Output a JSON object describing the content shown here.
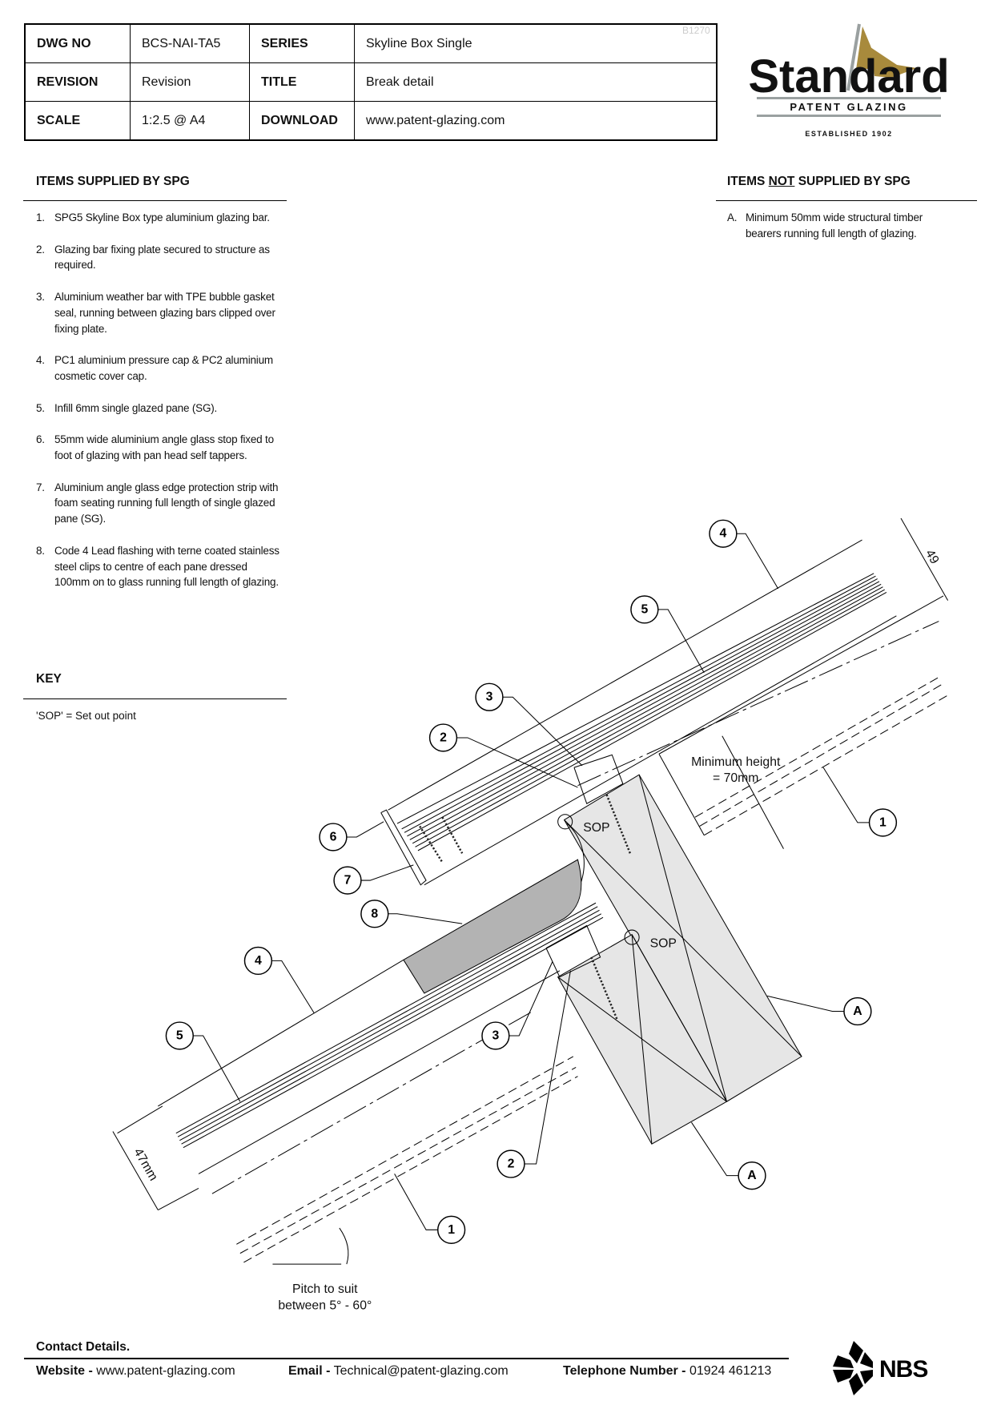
{
  "header": {
    "watermark": "B1270",
    "rows": [
      {
        "k1": "DWG NO",
        "v1": "BCS-NAI-TA5",
        "k2": "SERIES",
        "v2": "Skyline Box Single"
      },
      {
        "k1": "REVISION",
        "v1": "Revision",
        "k2": "TITLE",
        "v2": "Break detail"
      },
      {
        "k1": "SCALE",
        "v1": "1:2.5 @ A4",
        "k2": "DOWNLOAD",
        "v2": "www.patent-glazing.com"
      }
    ]
  },
  "logo": {
    "name": "Standard",
    "sub": "PATENT GLAZING",
    "est": "ESTABLISHED 1902",
    "gold": "#a88a3c",
    "grey": "#9aa0a0"
  },
  "supplied": {
    "title": "ITEMS SUPPLIED BY SPG",
    "items": [
      {
        "n": "1.",
        "text": "SPG5 Skyline Box type aluminium glazing bar."
      },
      {
        "n": "2.",
        "text": "Glazing bar fixing plate secured to structure as required."
      },
      {
        "n": "3.",
        "text": "Aluminium weather bar with TPE bubble gasket seal, running between glazing bars clipped over fixing plate."
      },
      {
        "n": "4.",
        "text": "PC1 aluminium pressure cap & PC2 aluminium cosmetic cover cap."
      },
      {
        "n": "5.",
        "text": "Infill 6mm single glazed pane (SG)."
      },
      {
        "n": "6.",
        "text": "55mm wide aluminium angle glass stop fixed to foot of glazing with pan head self tappers."
      },
      {
        "n": "7.",
        "text": "Aluminium angle glass edge protection strip with foam seating running full length of single glazed pane (SG)."
      },
      {
        "n": "8.",
        "text": "Code 4 Lead flashing with terne coated stainless steel clips to centre of each pane dressed 100mm on to glass running full length of glazing."
      }
    ]
  },
  "key": {
    "title": "KEY",
    "text": "'SOP' = Set out point"
  },
  "not_supplied": {
    "title_pre": "ITEMS ",
    "title_not": "NOT",
    "title_post": " SUPPLIED BY SPG",
    "items": [
      {
        "n": "A.",
        "text": "Minimum 50mm wide structural timber bearers running full length of glazing."
      }
    ]
  },
  "drawing": {
    "callouts": [
      "4",
      "5",
      "3",
      "2",
      "6",
      "7",
      "8",
      "1",
      "4",
      "5",
      "3",
      "A",
      "2",
      "A",
      "1"
    ],
    "min_height_1": "Minimum height",
    "min_height_2": "= 70mm",
    "sop": "SOP",
    "dim_top": "49",
    "dim_bottom": "47mm",
    "pitch_1": "Pitch to suit",
    "pitch_2": "between 5° - 60°",
    "lead_color": "#b3b3b3",
    "timber_color": "#e6e6e6"
  },
  "footer": {
    "contact_title": "Contact Details.",
    "website_label": "Website",
    "website": "www.patent-glazing.com",
    "email_label": "Email",
    "email": "Technical@patent-glazing.com",
    "phone_label": "Telephone Number",
    "phone": "01924 461213",
    "sep": "-",
    "nbs": "NBS"
  }
}
